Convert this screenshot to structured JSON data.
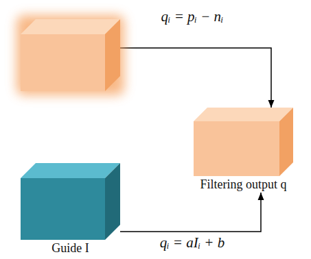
{
  "diagram": {
    "nodes": [
      {
        "text": []
      },
      {
        "text": [
          "Filtering output q"
        ]
      },
      {
        "text": [
          "Guide I"
        ]
      }
    ],
    "edges": [
      {
        "from": 0,
        "to": 1,
        "arrow": "to",
        "label": "qᵢ = pᵢ − nᵢ"
      },
      {
        "from": 2,
        "to": 1,
        "arrow": "to",
        "label": "qᵢ = aIᵢ + b"
      }
    ]
  }
}
